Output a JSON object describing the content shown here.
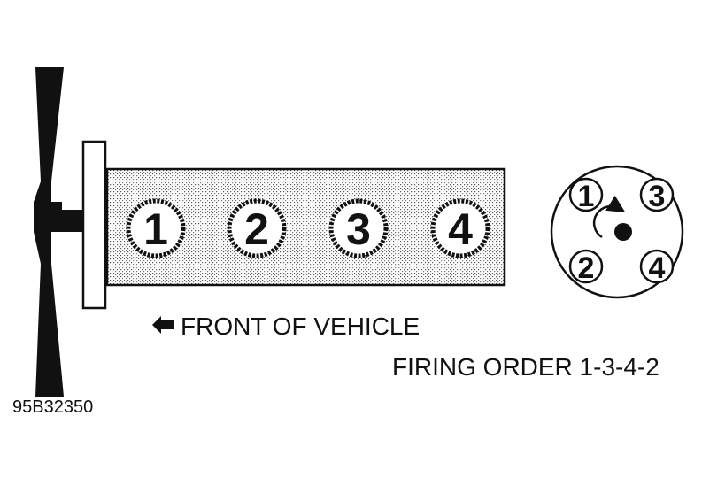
{
  "engine": {
    "cylinders": [
      {
        "label": "1"
      },
      {
        "label": "2"
      },
      {
        "label": "3"
      },
      {
        "label": "4"
      }
    ]
  },
  "distributor": {
    "terminals": [
      {
        "label": "1"
      },
      {
        "label": "3"
      },
      {
        "label": "2"
      },
      {
        "label": "4"
      }
    ]
  },
  "labels": {
    "front_of_vehicle": "FRONT OF VEHICLE",
    "firing_order": "FIRING ORDER 1-3-4-2",
    "figure_id": "95B32350"
  }
}
